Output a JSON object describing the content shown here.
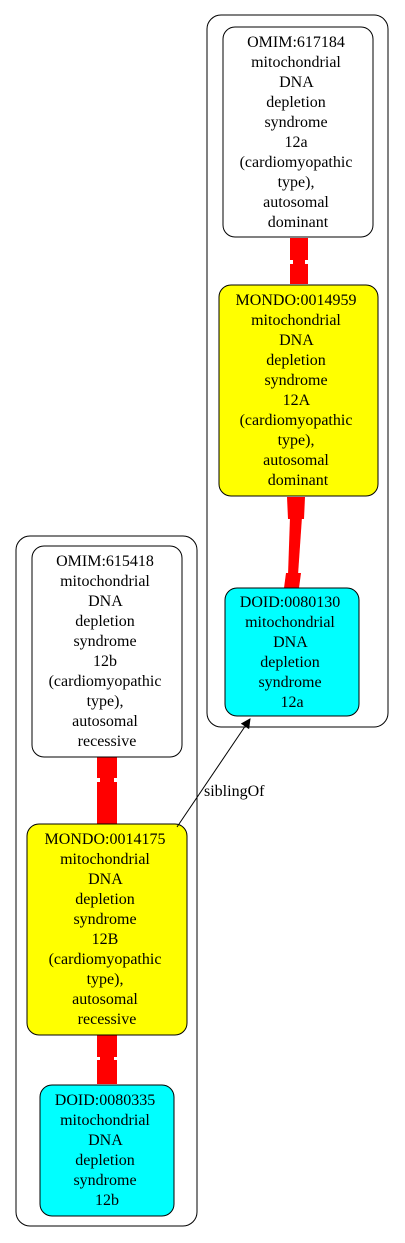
{
  "colors": {
    "omim_fill": "#ffffff",
    "mondo_fill": "#ffff00",
    "doid_fill": "#00ffff",
    "stroke": "#000000",
    "equiv_edge": "#ff0000"
  },
  "clusters": [
    {
      "nodes": {
        "omim": {
          "id": "OMIM:617184",
          "lines": [
            "OMIM:617184",
            "mitochondrial",
            "DNA",
            "depletion",
            "syndrome",
            "12a",
            "(cardiomyopathic",
            "type),",
            "autosomal",
            "dominant"
          ]
        },
        "mondo": {
          "id": "MONDO:0014959",
          "lines": [
            "MONDO:0014959",
            "mitochondrial",
            "DNA",
            "depletion",
            "syndrome",
            "12A",
            "(cardiomyopathic",
            "type),",
            "autosomal",
            "dominant"
          ]
        },
        "doid": {
          "id": "DOID:0080130",
          "lines": [
            "DOID:0080130",
            "mitochondrial",
            "DNA",
            "depletion",
            "syndrome",
            "12a"
          ]
        }
      }
    },
    {
      "nodes": {
        "omim": {
          "id": "OMIM:615418",
          "lines": [
            "OMIM:615418",
            "mitochondrial",
            "DNA",
            "depletion",
            "syndrome",
            "12b",
            "(cardiomyopathic",
            "type),",
            "autosomal",
            "recessive"
          ]
        },
        "mondo": {
          "id": "MONDO:0014175",
          "lines": [
            "MONDO:0014175",
            "mitochondrial",
            "DNA",
            "depletion",
            "syndrome",
            "12B",
            "(cardiomyopathic",
            "type),",
            "autosomal",
            "recessive"
          ]
        },
        "doid": {
          "id": "DOID:0080335",
          "lines": [
            "DOID:0080335",
            "mitochondrial",
            "DNA",
            "depletion",
            "syndrome",
            "12b"
          ]
        }
      }
    }
  ],
  "edges": {
    "sibling": {
      "from": "MONDO:0014175",
      "to": "DOID:0080130",
      "label": "siblingOf"
    }
  }
}
